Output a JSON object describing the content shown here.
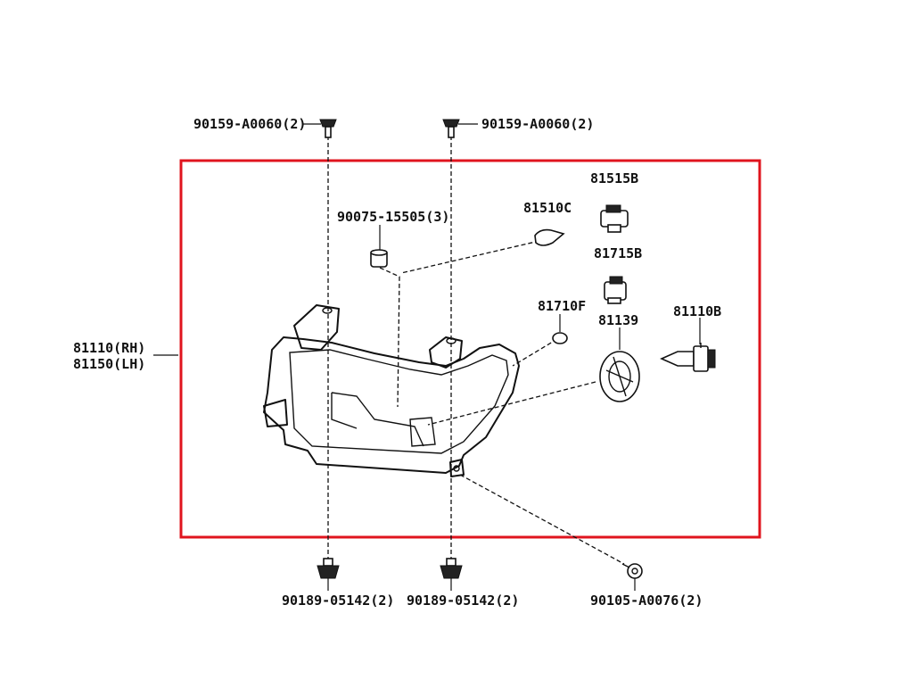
{
  "diagram": {
    "frame_color": "#e0141e",
    "labels": {
      "bolt_top_left": "90159-A0060(2)",
      "bolt_top_right": "90159-A0060(2)",
      "spacer": "90075-15505(3)",
      "cap": "81510C",
      "socket_upper": "81515B",
      "socket_lower": "81715B",
      "cap_small": "81710F",
      "bulb_cover": "81139",
      "bulb": "81110B",
      "headlamp_rh": "81110(RH)",
      "headlamp_lh": "81150(LH)",
      "clip_bottom_left": "90189-05142(2)",
      "clip_bottom_mid": "90189-05142(2)",
      "screw_bottom_right": "90105-A0076(2)"
    }
  }
}
